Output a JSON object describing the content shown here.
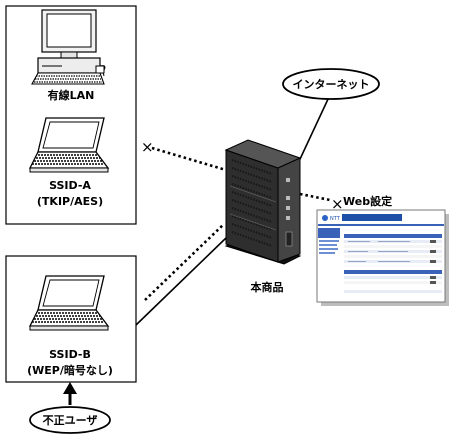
{
  "labels": {
    "wired_lan": "有線LAN",
    "ssid_a": "SSID-A",
    "ssid_a_sub": "(TKIP/AES)",
    "ssid_b": "SSID-B",
    "ssid_b_sub": "(WEP/暗号なし)",
    "internet": "インターネット",
    "web_settings": "Web設定",
    "device": "本商品",
    "unauthorized_user": "不正ユーザ"
  },
  "blocked_mark": "×",
  "screen_brand": "NTT",
  "colors": {
    "line": "#000000",
    "box_border": "#000000",
    "screen_header": "#1e4fa8",
    "screen_panel": "#3a62b8",
    "router_body": "#2b2b2b"
  },
  "icons": [
    "desktop-pc-icon",
    "laptop-icon",
    "router-icon",
    "monitor-screen-icon",
    "arrow-up-icon",
    "blocked-x-icon"
  ]
}
